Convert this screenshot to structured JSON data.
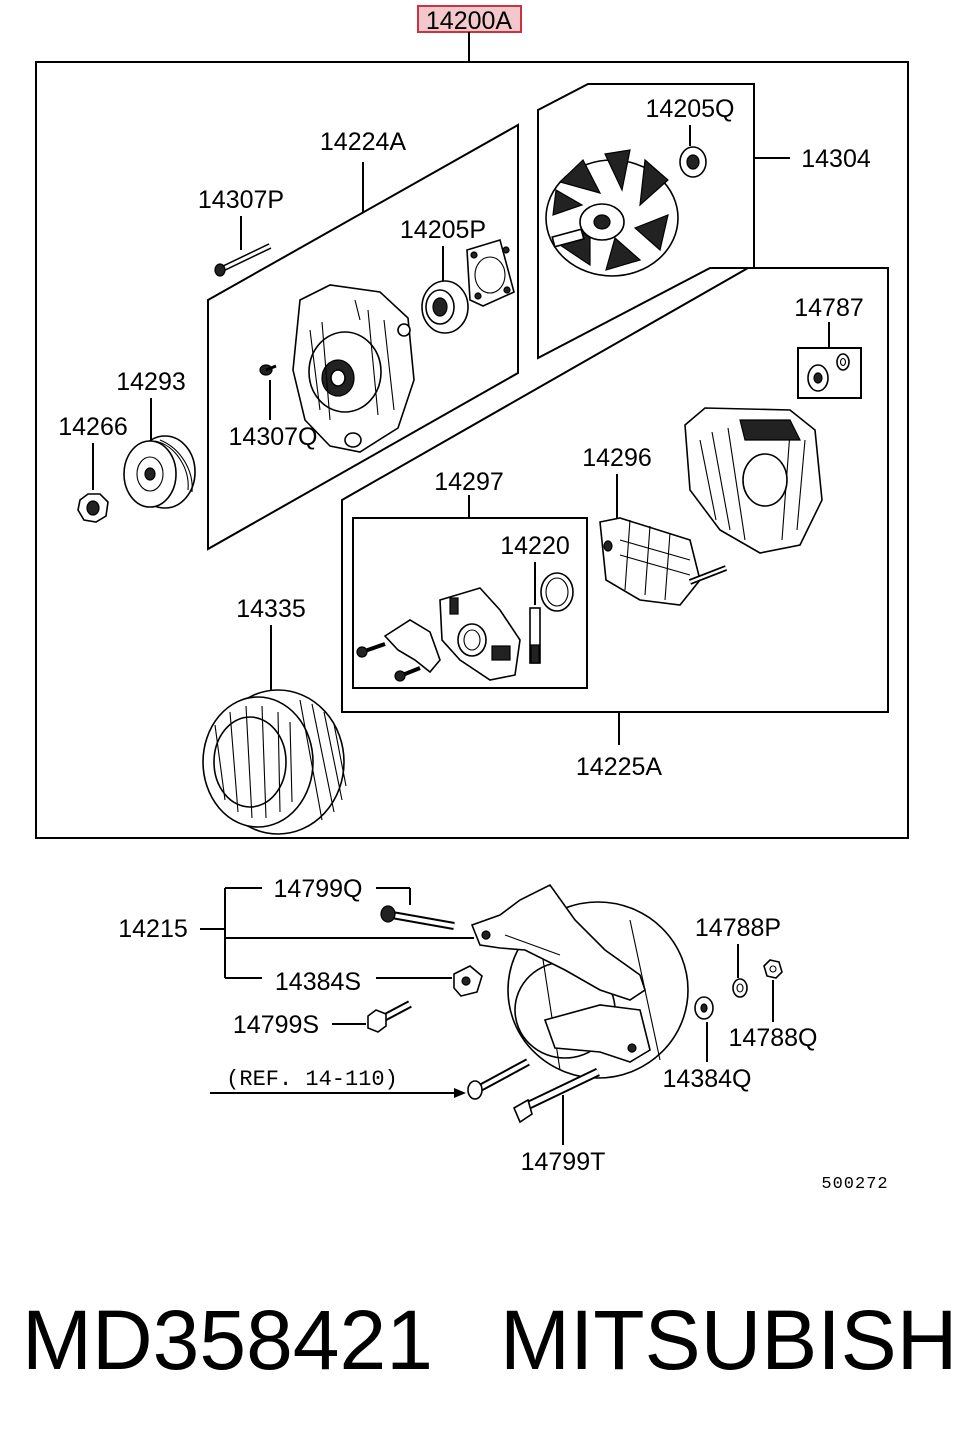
{
  "assembly": {
    "code": "14200A",
    "highlight_color": "#cc3340"
  },
  "callouts": [
    {
      "id": "c14224A",
      "text": "14224A"
    },
    {
      "id": "c14205Q",
      "text": "14205Q"
    },
    {
      "id": "c14304",
      "text": "14304"
    },
    {
      "id": "c14307P",
      "text": "14307P"
    },
    {
      "id": "c14205P",
      "text": "14205P"
    },
    {
      "id": "c14787",
      "text": "14787"
    },
    {
      "id": "c14293",
      "text": "14293"
    },
    {
      "id": "c14266",
      "text": "14266"
    },
    {
      "id": "c14307Q",
      "text": "14307Q"
    },
    {
      "id": "c14297",
      "text": "14297"
    },
    {
      "id": "c14296",
      "text": "14296"
    },
    {
      "id": "c14220",
      "text": "14220"
    },
    {
      "id": "c14335",
      "text": "14335"
    },
    {
      "id": "c14225A",
      "text": "14225A"
    },
    {
      "id": "c14799Q",
      "text": "14799Q"
    },
    {
      "id": "c14215",
      "text": "14215"
    },
    {
      "id": "c14384S",
      "text": "14384S"
    },
    {
      "id": "c14788P",
      "text": "14788P"
    },
    {
      "id": "c14799S",
      "text": "14799S"
    },
    {
      "id": "c14788Q",
      "text": "14788Q"
    },
    {
      "id": "c14384Q",
      "text": "14384Q"
    },
    {
      "id": "c14799T",
      "text": "14799T"
    }
  ],
  "reference_note": "(REF. 14-110)",
  "diagram_code": "500272",
  "footer": {
    "part_number": "MD358421",
    "brand": "MITSUBISHI"
  }
}
